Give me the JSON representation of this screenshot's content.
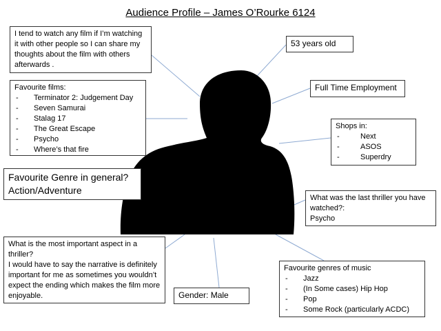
{
  "title": "Audience Profile – James O’Rourke 6124",
  "watch_note": "I tend to watch any film if I’m watching it with other people so I can share my thoughts about the film with others afterwards .",
  "age": "53 years old",
  "employment": "Full Time Employment",
  "favourite_films": {
    "heading": "Favourite films:",
    "items": [
      "Terminator 2: Judgement Day",
      "Seven Samurai",
      "Stalag 17",
      "The Great Escape",
      "Psycho",
      "Where’s that fire"
    ]
  },
  "shops": {
    "heading": "Shops in:",
    "items": [
      "Next",
      "ASOS",
      "Superdry"
    ]
  },
  "genre": {
    "question": "Favourite Genre in general?",
    "answer": "Action/Adventure"
  },
  "last_thriller": {
    "question": "What was the last thriller you have watched?:",
    "answer": "Psycho"
  },
  "important_aspect": {
    "question": "What is the most important aspect in a thriller?",
    "answer": "I would have to say the narrative is definitely important for me as sometimes you wouldn’t expect the ending which makes the film more enjoyable."
  },
  "gender": "Gender: Male",
  "music": {
    "heading": "Favourite genres of music",
    "items": [
      "Jazz",
      "(In Some cases) Hip Hop",
      "Pop",
      "Some Rock (particularly ACDC)"
    ]
  },
  "colors": {
    "connector": "#8eaad2",
    "silhouette": "#000000",
    "box_border": "#333333"
  }
}
